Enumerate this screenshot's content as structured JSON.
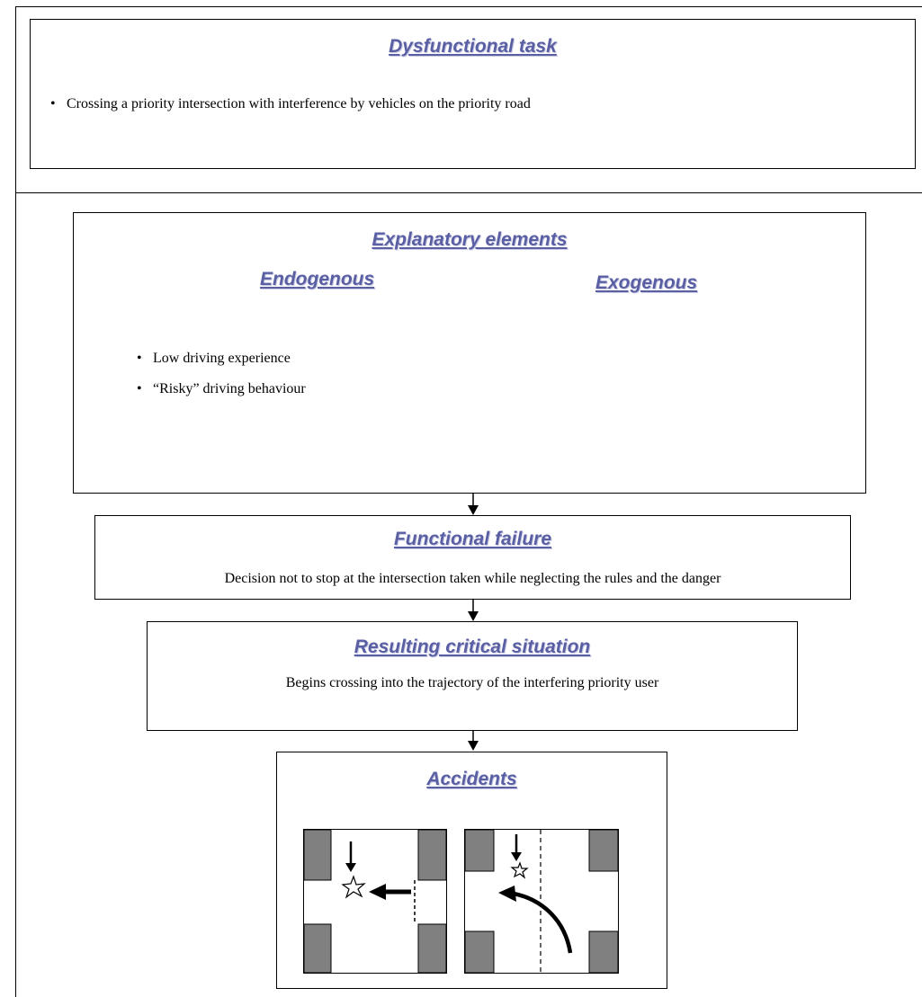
{
  "dysfunctional_task": {
    "heading": "Dysfunctional task",
    "items": [
      "Crossing a priority intersection with interference by vehicles on the priority road"
    ]
  },
  "explanatory_elements": {
    "heading": "Explanatory elements",
    "endogenous": {
      "heading": "Endogenous",
      "items": [
        "Low driving experience",
        "“Risky” driving behaviour"
      ]
    },
    "exogenous": {
      "heading": "Exogenous",
      "items": []
    }
  },
  "functional_failure": {
    "heading": "Functional failure",
    "text": "Decision not to stop at the intersection taken while neglecting the rules and the danger"
  },
  "critical_situation": {
    "heading": "Resulting critical situation",
    "text": "Begins crossing into the trajectory of the interfering priority user"
  },
  "accidents": {
    "heading": "Accidents"
  },
  "colors": {
    "heading": "#5a5fa3",
    "building": "#808080",
    "lines": "#000000"
  }
}
